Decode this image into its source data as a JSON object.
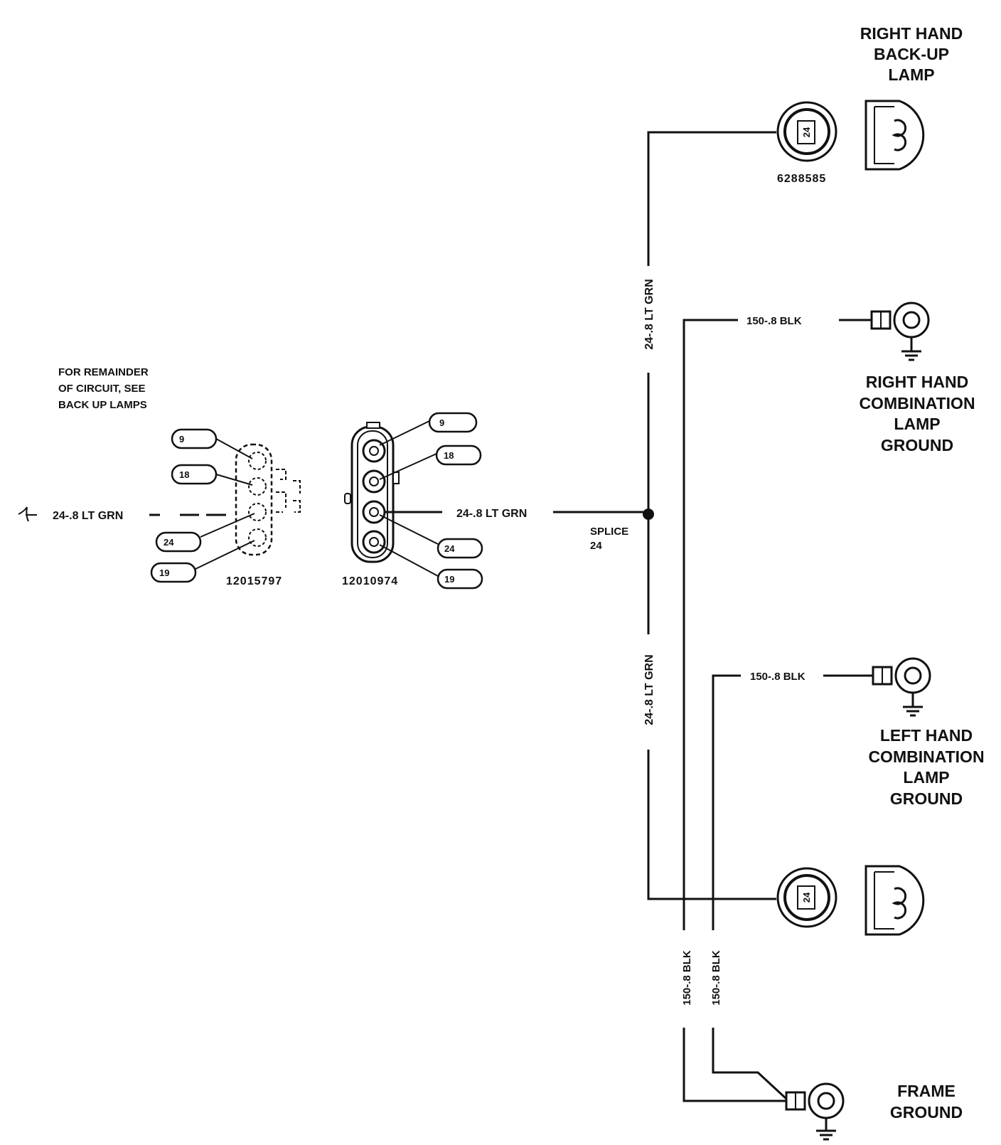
{
  "note": [
    "FOR REMAINDER",
    "OF CIRCUIT, SEE",
    "BACK UP LAMPS"
  ],
  "wires": {
    "input": "24-.8 LT GRN",
    "to_splice": "24-.8 LT GRN",
    "upper_vertical": "24-.8 LT GRN",
    "lower_vertical": "24-.8 LT GRN",
    "rh_ground": "150-.8 BLK",
    "lh_ground": "150-.8 BLK",
    "frame_left": "150-.8 BLK",
    "frame_right": "150-.8 BLK"
  },
  "splice": [
    "SPLICE",
    "24"
  ],
  "connectors": {
    "left_part": "12015797",
    "middle_part": "12010974",
    "socket_part": "6288585",
    "left_pins": [
      "9",
      "18",
      "24",
      "19"
    ],
    "middle_pins": [
      "9",
      "18",
      "24",
      "19"
    ],
    "socket_pin": "24"
  },
  "titles": {
    "rh_backup": [
      "RIGHT HAND",
      "BACK-UP",
      "LAMP"
    ],
    "rh_combo": [
      "RIGHT HAND",
      "COMBINATION",
      "LAMP",
      "GROUND"
    ],
    "lh_combo": [
      "LEFT HAND",
      "COMBINATION",
      "LAMP",
      "GROUND"
    ],
    "frame": [
      "FRAME",
      "GROUND"
    ]
  }
}
